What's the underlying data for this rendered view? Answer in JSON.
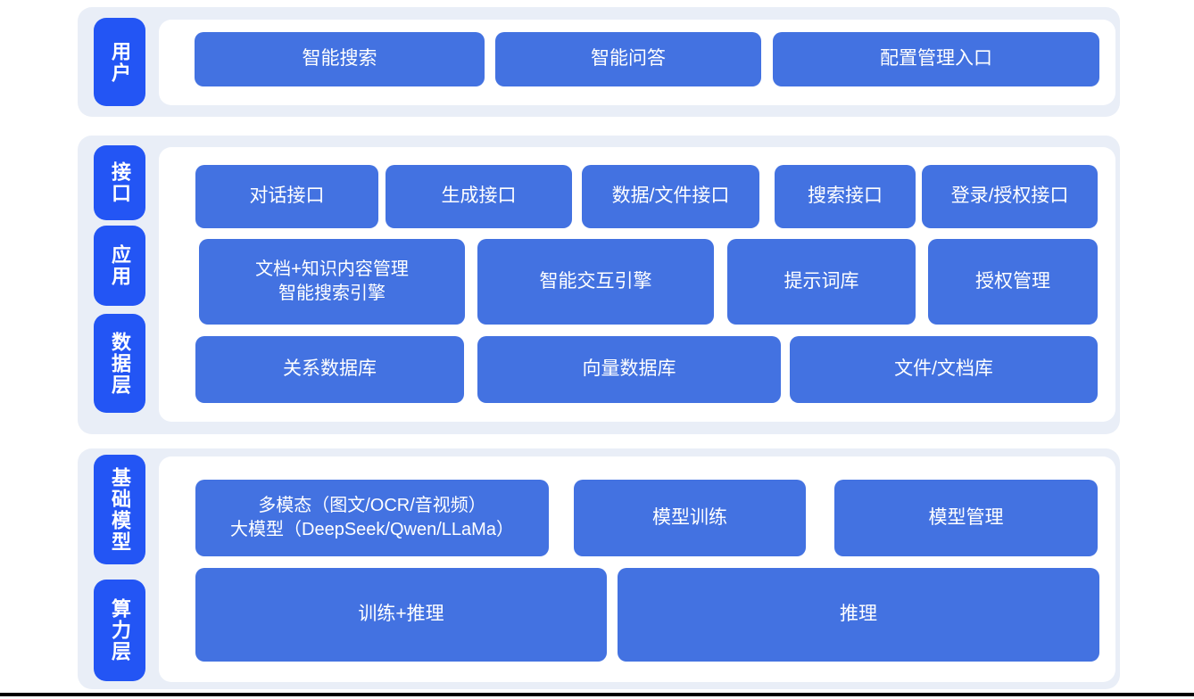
{
  "colors": {
    "page_bg": "#ffffff",
    "panel_bg": "#e9eef7",
    "layer_label_bg": "#2355f4",
    "node_bg": "#4372e1",
    "node_text": "#ffffff",
    "bottom_bar": "#000000"
  },
  "layers": [
    {
      "name": "user-layer",
      "labels": [
        {
          "text": "用户"
        }
      ],
      "rows": [
        {
          "buttons": [
            {
              "text": "智能搜索"
            },
            {
              "text": "智能问答"
            },
            {
              "text": "配置管理入口"
            }
          ]
        }
      ]
    },
    {
      "name": "interface-application-data-layer",
      "labels": [
        {
          "text": "接口"
        },
        {
          "text": "应用"
        },
        {
          "text": "数据层"
        }
      ],
      "rows": [
        {
          "buttons": [
            {
              "text": "对话接口"
            },
            {
              "text": "生成接口"
            },
            {
              "text": "数据/文件接口"
            },
            {
              "text": "搜索接口"
            },
            {
              "text": "登录/授权接口"
            }
          ]
        },
        {
          "buttons": [
            {
              "line1": "文档+知识内容管理",
              "line2": "智能搜索引擎"
            },
            {
              "text": "智能交互引擎"
            },
            {
              "text": "提示词库"
            },
            {
              "text": "授权管理"
            }
          ]
        },
        {
          "buttons": [
            {
              "text": "关系数据库"
            },
            {
              "text": "向量数据库"
            },
            {
              "text": "文件/文档库"
            }
          ]
        }
      ]
    },
    {
      "name": "foundation-model-compute-layer",
      "labels": [
        {
          "text": "基础模型"
        },
        {
          "text": "算力层"
        }
      ],
      "rows": [
        {
          "buttons": [
            {
              "line1": "多模态（图文/OCR/音视频）",
              "line2": "大模型（DeepSeek/Qwen/LLaMa）"
            },
            {
              "text": "模型训练"
            },
            {
              "text": "模型管理"
            }
          ]
        },
        {
          "buttons": [
            {
              "text": "训练+推理"
            },
            {
              "text": "推理"
            }
          ]
        }
      ]
    }
  ]
}
